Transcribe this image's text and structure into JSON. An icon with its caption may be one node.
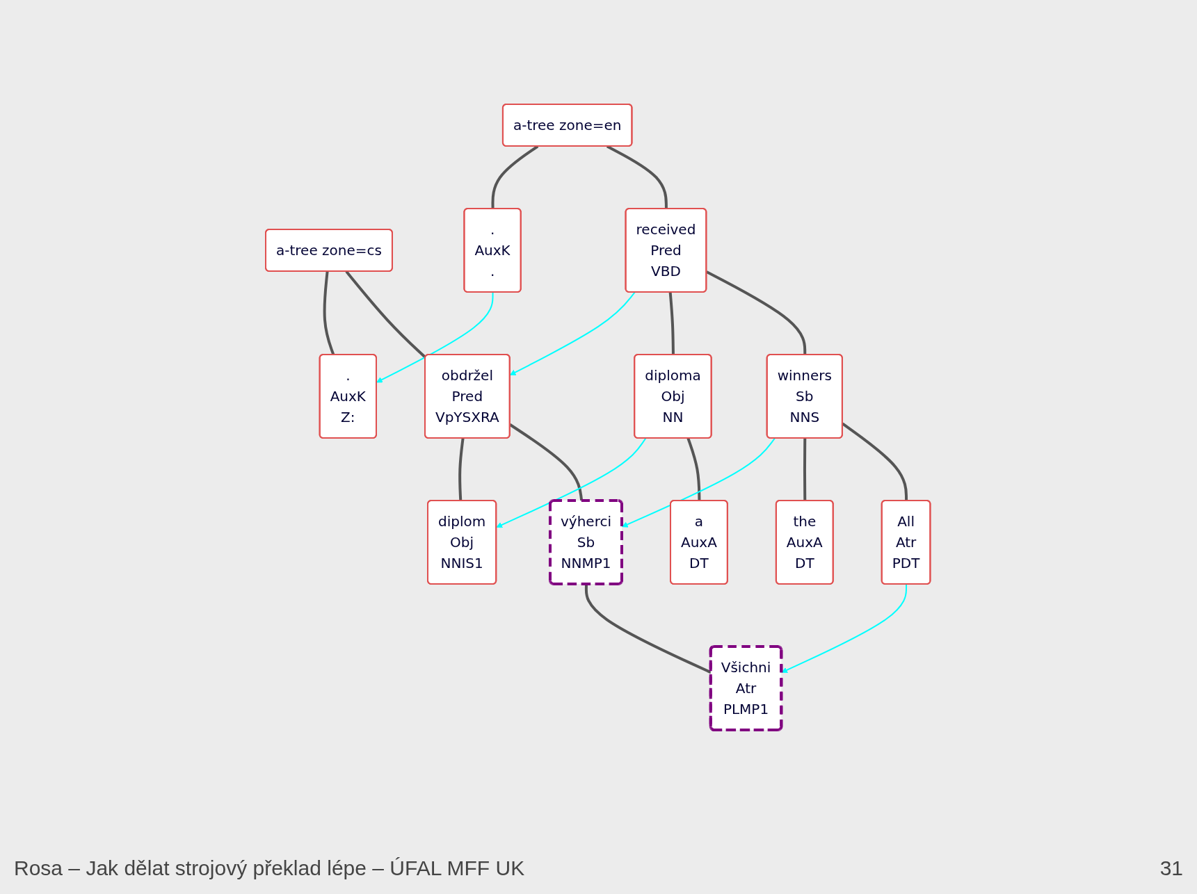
{
  "diagram": {
    "caption": "Rosa – Jak dělat strojový překlad lépe – ÚFAL MFF UK",
    "nodes": [
      {
        "text": [
          "a-tree zone=en"
        ]
      },
      {
        "text": [
          "a-tree zone=cs"
        ]
      },
      {
        "text": [
          "received",
          "Pred",
          "VBD"
        ]
      },
      {
        "text": [
          ".",
          "AuxK",
          "."
        ]
      },
      {
        "text": [
          "obdržel",
          "Pred",
          "VpYSXRA"
        ]
      },
      {
        "text": [
          ".",
          "AuxK",
          "Z:"
        ]
      },
      {
        "text": [
          "winners",
          "Sb",
          "NNS"
        ]
      },
      {
        "text": [
          "diploma",
          "Obj",
          "NN"
        ]
      },
      {
        "text": [
          "výherci",
          "Sb",
          "NNMP1"
        ]
      },
      {
        "text": [
          "diplom",
          "Obj",
          "NNIS1"
        ]
      },
      {
        "text": [
          "All",
          "Atr",
          "PDT"
        ]
      },
      {
        "text": [
          "the",
          "AuxA",
          "DT"
        ]
      },
      {
        "text": [
          "a",
          "AuxA",
          "DT"
        ]
      },
      {
        "text": [
          "Všichni",
          "Atr",
          "PLMP1"
        ]
      }
    ],
    "edges": [
      {
        "from": 0,
        "to": 2,
        "arrow": "none"
      },
      {
        "from": 0,
        "to": 3,
        "arrow": "none"
      },
      {
        "from": 2,
        "to": 6,
        "arrow": "none"
      },
      {
        "from": 2,
        "to": 7,
        "arrow": "none"
      },
      {
        "from": 6,
        "to": 10,
        "arrow": "none"
      },
      {
        "from": 6,
        "to": 11,
        "arrow": "none"
      },
      {
        "from": 7,
        "to": 12,
        "arrow": "none"
      },
      {
        "from": 1,
        "to": 4,
        "arrow": "none"
      },
      {
        "from": 1,
        "to": 5,
        "arrow": "none"
      },
      {
        "from": 4,
        "to": 8,
        "arrow": "none"
      },
      {
        "from": 4,
        "to": 9,
        "arrow": "none"
      },
      {
        "from": 8,
        "to": 13,
        "arrow": "none"
      },
      {
        "from": 2,
        "to": 4,
        "arrow": "to",
        "color": "#00ffff"
      },
      {
        "from": 3,
        "to": 5,
        "arrow": "to",
        "color": "#00ffff"
      },
      {
        "from": 6,
        "to": 8,
        "arrow": "to",
        "color": "#00ffff"
      },
      {
        "from": 7,
        "to": 9,
        "arrow": "to",
        "color": "#00ffff"
      },
      {
        "from": 10,
        "to": 13,
        "arrow": "to",
        "color": "#00ffff"
      }
    ],
    "labels": [
      "31"
    ]
  }
}
